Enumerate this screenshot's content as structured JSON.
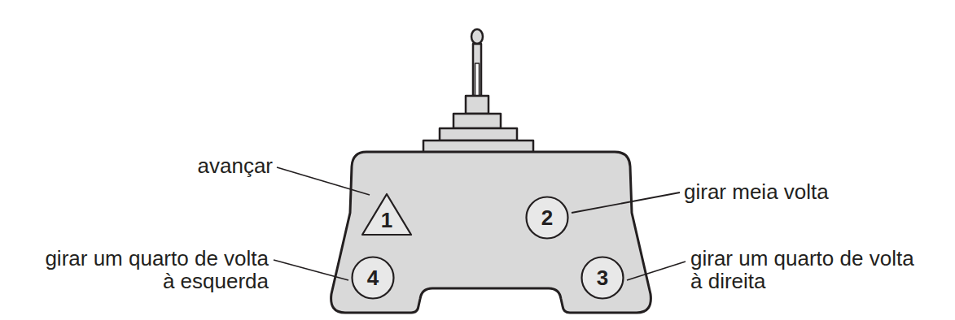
{
  "diagram": {
    "nodes": [
      {
        "text": [
          "1"
        ]
      },
      {
        "text": [
          "2"
        ]
      },
      {
        "text": [
          "4"
        ]
      },
      {
        "text": [
          "3"
        ]
      }
    ],
    "edges": [],
    "labels": [
      "avançar",
      "girar meia volta",
      "girar um quarto de volta à esquerda",
      "girar um quarto de volta à direita"
    ]
  }
}
